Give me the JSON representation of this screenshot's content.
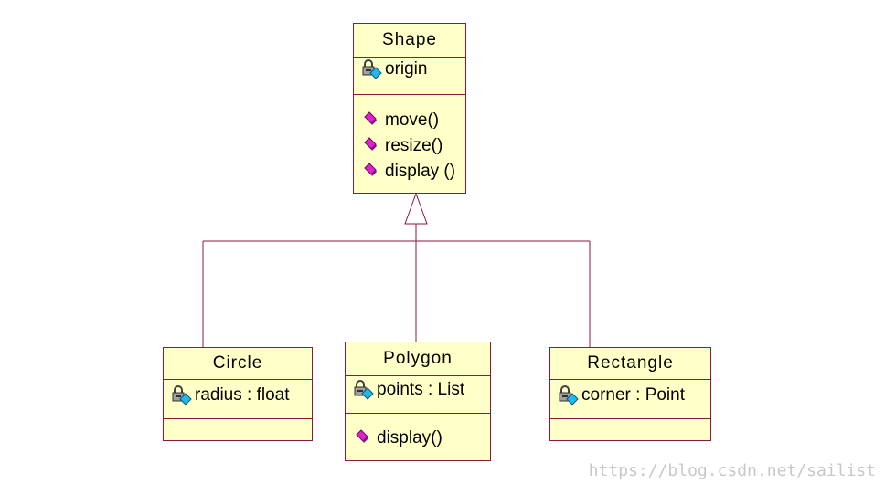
{
  "classes": {
    "shape": {
      "name": "Shape",
      "attributes": [
        "origin"
      ],
      "operations": [
        "move()",
        "resize()",
        "display ()"
      ]
    },
    "circle": {
      "name": "Circle",
      "attributes": [
        "radius : float"
      ],
      "operations": []
    },
    "polygon": {
      "name": "Polygon",
      "attributes": [
        "points : List"
      ],
      "operations": [
        "display()"
      ]
    },
    "rectangle": {
      "name": "Rectangle",
      "attributes": [
        "corner : Point"
      ],
      "operations": []
    }
  },
  "watermark": "https://blog.csdn.net/sailist",
  "colors": {
    "box_fill": "#ffffc8",
    "box_border": "#8b1a3f",
    "attribute_icon": "lock-field-icon",
    "operation_icon": "pink-diamond-icon"
  }
}
